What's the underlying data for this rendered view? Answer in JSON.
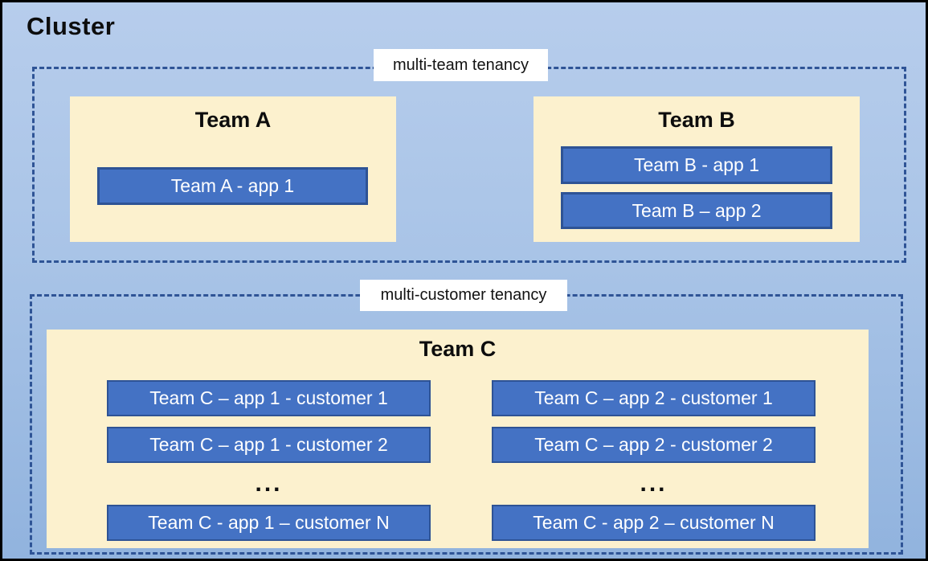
{
  "cluster": {
    "title": "Cluster"
  },
  "multi_team": {
    "label": "multi-team tenancy",
    "teams": [
      {
        "title": "Team A",
        "apps": [
          "Team A - app 1"
        ]
      },
      {
        "title": "Team B",
        "apps": [
          "Team B - app 1",
          "Team B – app 2"
        ]
      }
    ]
  },
  "multi_customer": {
    "label": "multi-customer tenancy",
    "team": {
      "title": "Team C",
      "columns": [
        {
          "apps": [
            "Team C – app 1 - customer 1",
            "Team C – app 1 - customer 2"
          ],
          "ellipsis": "...",
          "last_app": "Team C - app 1 – customer N"
        },
        {
          "apps": [
            "Team C – app 2 - customer 1",
            "Team C – app 2 - customer 2"
          ],
          "ellipsis": "...",
          "last_app": "Team C - app 2 – customer N"
        }
      ]
    }
  },
  "colors": {
    "background_top": "#b7cdec",
    "background_bottom": "#91b3de",
    "team_box_fill": "#fcf1ce",
    "app_box_fill": "#4472c4",
    "app_box_border": "#2e5395",
    "dashed_zone_border": "#2f5496",
    "outer_border": "#000000",
    "app_text": "#ffffff",
    "title_text": "#0d0d0d",
    "label_background": "#ffffff"
  }
}
